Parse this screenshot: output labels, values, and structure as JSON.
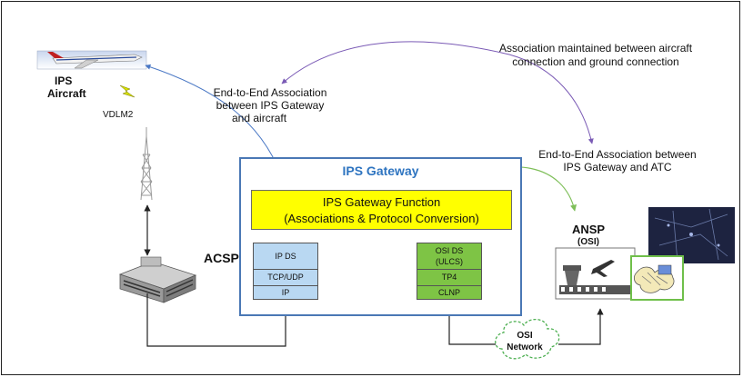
{
  "aircraft": {
    "label_line1": "IPS",
    "label_line2": "Aircraft",
    "link_label": "VDLM2",
    "icon": "airplane-icon"
  },
  "acsp": {
    "label": "ACSP",
    "icon": "building-icon"
  },
  "gateway": {
    "title": "IPS Gateway",
    "function_line1": "IPS Gateway Function",
    "function_line2": "(Associations & Protocol Conversion)",
    "ip_stack": [
      "IP DS",
      "TCP/UDP",
      "IP"
    ],
    "osi_stack": [
      "OSI DS",
      "(ULCS)",
      "TP4",
      "CLNP"
    ]
  },
  "ansp": {
    "label": "ANSP",
    "sublabel": "(OSI)",
    "icon": "control-tower-icon"
  },
  "osi_network": {
    "line1": "OSI",
    "line2": "Network",
    "icon": "cloud-icon"
  },
  "annotations": {
    "assoc_maintained_line1": "Association maintained between aircraft",
    "assoc_maintained_line2": "connection and ground connection",
    "e2e_aircraft_line1": "End-to-End Association",
    "e2e_aircraft_line2": "between IPS Gateway",
    "e2e_aircraft_line3": "and aircraft",
    "e2e_atc_line1": "End-to-End Association between",
    "e2e_atc_line2": "IPS Gateway and ATC"
  },
  "colors": {
    "gateway_border": "#4a78b5",
    "gateway_title": "#2e74c0",
    "function_fill": "#ffff00",
    "ip_stack_fill": "#b9d8f2",
    "osi_stack_fill": "#7ec445",
    "assoc_arrow": "#7a5ab5",
    "aircraft_arrow": "#4a78c5",
    "atc_arrow": "#7fbf5a"
  }
}
